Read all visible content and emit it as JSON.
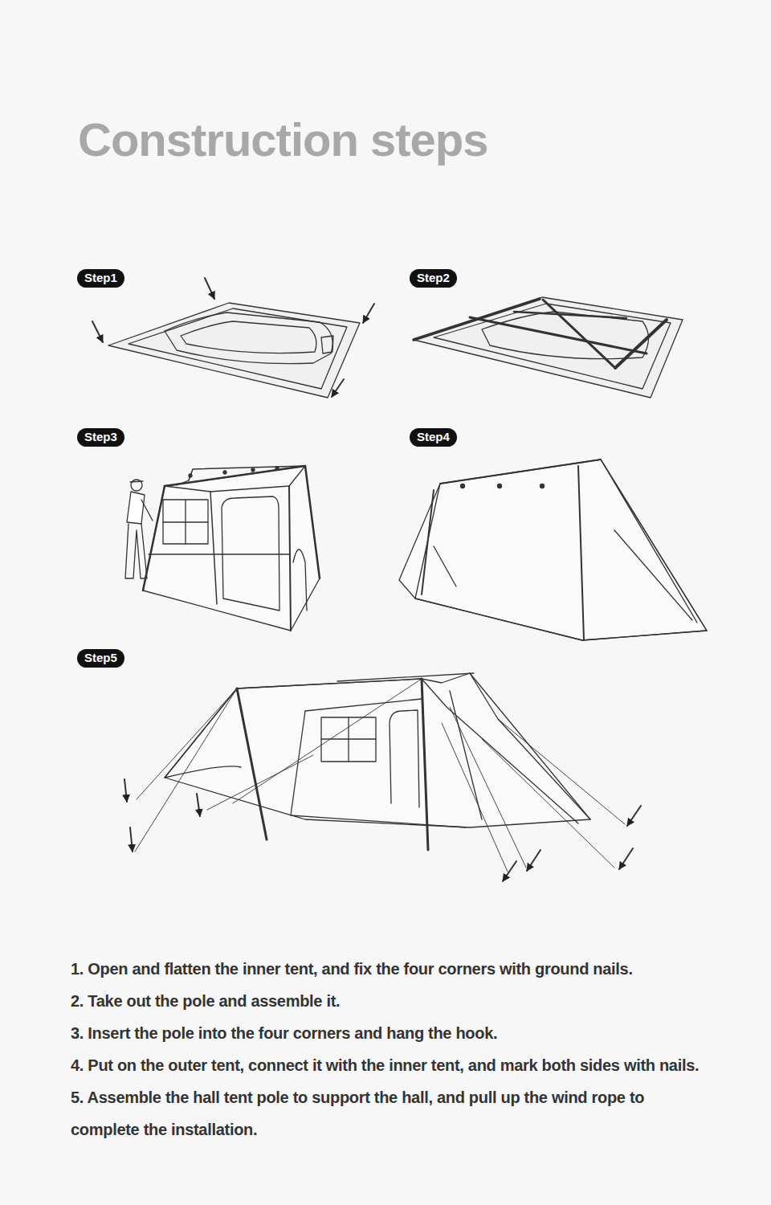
{
  "diagram": {
    "title": "Construction steps",
    "nodes": [
      {
        "text": [
          "Step1"
        ]
      },
      {
        "text": [
          "Step2"
        ]
      },
      {
        "text": [
          "Step3"
        ]
      },
      {
        "text": [
          "Step4"
        ]
      },
      {
        "text": [
          "Step5"
        ]
      }
    ],
    "labels": [
      "1. Open and flatten the inner tent, and fix the four corners with ground nails.",
      "2. Take out the pole and assemble it.",
      "3. Insert the pole into the four corners and hang the hook.",
      "4. Put on the outer tent, connect it with the inner tent, and mark both sides with nails.",
      "5. Assemble the hall tent pole to support the hall, and pull up the wind rope to complete the installation."
    ]
  }
}
